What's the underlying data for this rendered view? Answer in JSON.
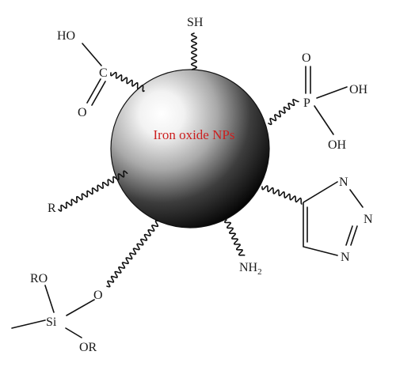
{
  "center_label": "Iron oxide NPs",
  "colors": {
    "label": "#cc1f1f",
    "outline": "#111111"
  },
  "groups": {
    "carboxyl": {
      "ho": "HO",
      "c": "C",
      "o": "O"
    },
    "thiol": {
      "sh": "SH"
    },
    "phosphonate": {
      "o": "O",
      "p": "P",
      "oh1": "OH",
      "oh2": "OH"
    },
    "alkyl": {
      "r": "R"
    },
    "triazole": {
      "n1": "N",
      "n2": "N",
      "n3": "N"
    },
    "amine": {
      "nh": "NH",
      "sub": "2"
    },
    "silane": {
      "ro_top": "RO",
      "si": "Si",
      "or_bottom": "OR",
      "o_link": "O"
    }
  }
}
